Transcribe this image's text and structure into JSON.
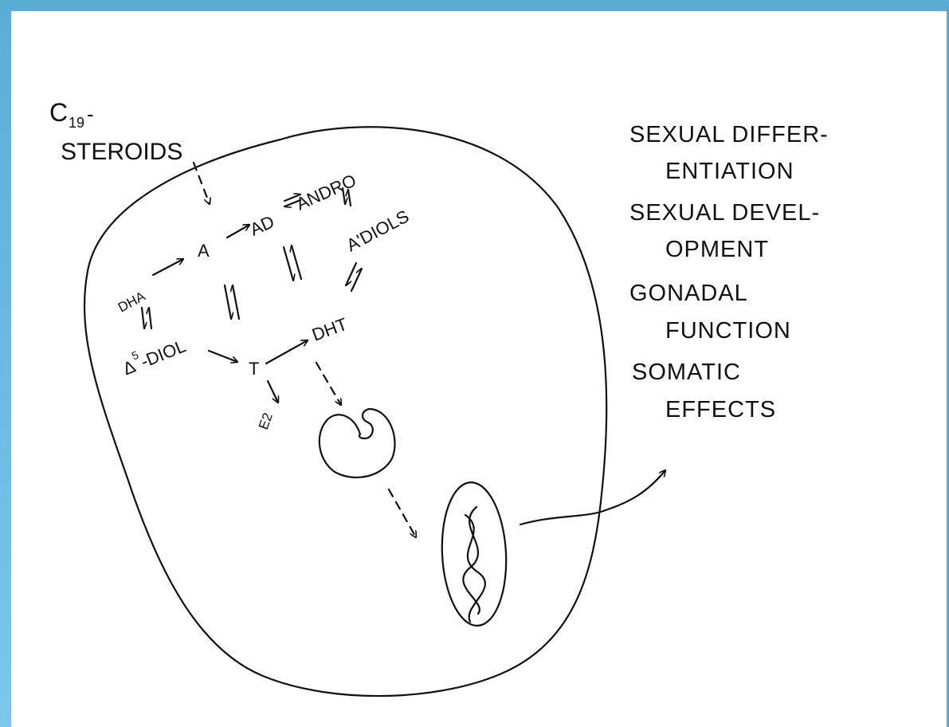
{
  "diagram": {
    "input": {
      "c19": "C",
      "c19_sub": "19",
      "c19_dash": "-",
      "steroids": "STEROIDS"
    },
    "metabolites": {
      "a": "A",
      "ad": "AD",
      "andro": "ANDRO",
      "adiols": "A'DIOLS",
      "dha": "DHA",
      "delta": "Δ",
      "delta_sup": "5",
      "diol": "-DIOL",
      "t": "T",
      "dht": "DHT",
      "e2": "E2"
    },
    "effects": [
      "SEXUAL DIFFER-",
      "ENTIATION",
      "SEXUAL DEVEL-",
      "OPMENT",
      "GONADAL",
      "FUNCTION",
      "SOMATIC",
      "EFFECTS"
    ]
  }
}
